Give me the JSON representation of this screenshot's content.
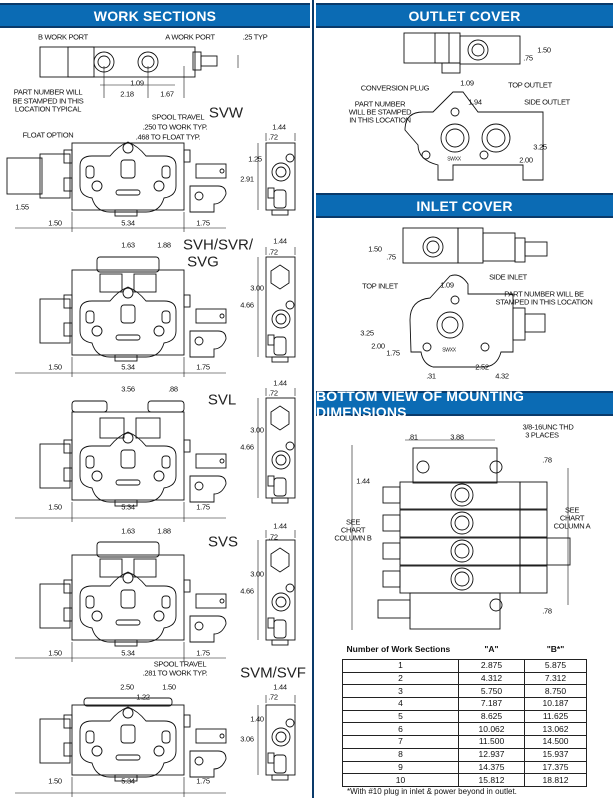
{
  "headers": {
    "work_sections": "WORK SECTIONS",
    "outlet_cover": "OUTLET COVER",
    "inlet_cover": "INLET COVER",
    "bottom_view": "BOTTOM VIEW OF MOUNTING DIMENSIONS"
  },
  "colors": {
    "header_blue": "#0b6bb4",
    "header_border": "#0a3a6a",
    "line": "#111111"
  },
  "top_view": {
    "labels": [
      "B WORK PORT",
      "A WORK PORT",
      ".25 TYP",
      "1.09",
      "2.18",
      "1.67",
      "PART NUMBER WILL",
      "BE STAMPED IN THIS",
      "LOCATION TYPICAL"
    ]
  },
  "svw": {
    "title": "SVW",
    "labels": [
      "SPOOL TRAVEL",
      ".250 TO WORK TYP.",
      ".468 TO FLOAT TYP.",
      "FLOAT OPTION",
      "1.44",
      ".72",
      "1.25",
      "2.91",
      "1.55",
      "1.50",
      "5.34",
      "1.75"
    ]
  },
  "svh": {
    "title": "SVH/SVR/",
    "title2": "SVG",
    "labels": [
      "1.63",
      "1.88",
      "1.44",
      ".72",
      "3.00",
      "4.66",
      "1.50",
      "5.34",
      "1.75"
    ]
  },
  "svl": {
    "title": "SVL",
    "labels": [
      "3.56",
      ".88",
      "1.44",
      ".72",
      "3.00",
      "4.66",
      "1.50",
      "5.34",
      "1.75"
    ]
  },
  "svs": {
    "title": "SVS",
    "labels": [
      "1.63",
      "1.88",
      "1.44",
      ".72",
      "3.00",
      "4.66",
      "1.50",
      "5.34",
      "1.75"
    ]
  },
  "svm": {
    "title": "SVM/SVF",
    "labels": [
      "SPOOL TRAVEL",
      ".281 TO WORK TYP.",
      "2.50",
      "1.50",
      "1.22",
      "1.44",
      ".72",
      "1.40",
      "3.06",
      "1.50",
      "5.34",
      "1.75"
    ]
  },
  "outlet": {
    "labels": [
      "1.50",
      ".75",
      "1.09",
      "TOP OUTLET",
      "CONVERSION PLUG",
      "PART NUMBER",
      "WILL BE STAMPED",
      "IN THIS LOCATION",
      "1.94",
      "SIDE OUTLET",
      "3.25",
      "2.00",
      "SWXX"
    ]
  },
  "inlet": {
    "labels": [
      "1.50",
      ".75",
      "TOP INLET",
      "1.09",
      "SIDE INLET",
      "PART NUMBER WILL BE",
      "STAMPED IN THIS LOCATION",
      "3.25",
      "2.00",
      "1.75",
      "SWXX",
      "2.52",
      ".31",
      "4.32"
    ]
  },
  "bottom": {
    "labels": [
      ".81",
      "3.88",
      "3/8-16UNC THD",
      "3 PLACES",
      ".78",
      "1.44",
      "SEE",
      "CHART",
      "COLUMN B",
      "SEE",
      "CHART",
      "COLUMN A",
      ".78"
    ]
  },
  "table": {
    "headers": [
      "Number of Work Sections",
      "\"A\"",
      "\"B*\""
    ],
    "rows": [
      [
        "1",
        "2.875",
        "5.875"
      ],
      [
        "2",
        "4.312",
        "7.312"
      ],
      [
        "3",
        "5.750",
        "8.750"
      ],
      [
        "4",
        "7.187",
        "10.187"
      ],
      [
        "5",
        "8.625",
        "11.625"
      ],
      [
        "6",
        "10.062",
        "13.062"
      ],
      [
        "7",
        "11.500",
        "14.500"
      ],
      [
        "8",
        "12.937",
        "15.937"
      ],
      [
        "9",
        "14.375",
        "17.375"
      ],
      [
        "10",
        "15.812",
        "18.812"
      ]
    ],
    "footnote": "*With #10 plug in inlet & power beyond in outlet."
  }
}
